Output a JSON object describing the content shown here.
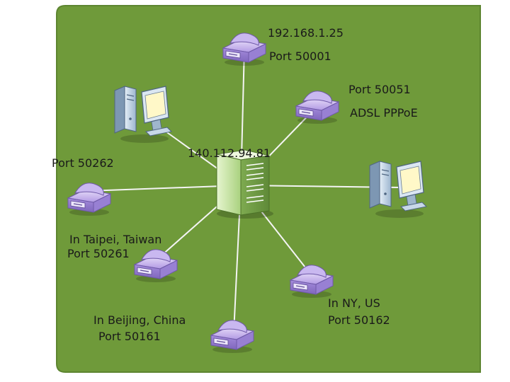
{
  "colors": {
    "panel": "#6f9a3a",
    "panel_border": "#5d8530",
    "link": "#f4f4f4",
    "modem_light": "#d8c8f4",
    "modem_mid": "#b29ae4",
    "modem_dark": "#8a72c8",
    "server_light": "#d8efb8",
    "server_dark": "#8dbb5f",
    "pc_body": "#bfd3e6",
    "pc_screen": "#fff8c8"
  },
  "hub": {
    "icon": "server-icon",
    "label": "140.112.94.81"
  },
  "nodes": [
    {
      "id": "top-modem",
      "icon": "modem-icon",
      "lines": [
        "192.168.1.25",
        "Port 50001"
      ]
    },
    {
      "id": "top-right-modem",
      "icon": "modem-icon",
      "lines": [
        "Port 50051",
        "ADSL PPPoE"
      ]
    },
    {
      "id": "top-left-pc",
      "icon": "computer-icon",
      "lines": []
    },
    {
      "id": "right-pc",
      "icon": "computer-icon",
      "lines": []
    },
    {
      "id": "left-modem",
      "icon": "modem-icon",
      "lines": [
        "Port 50262"
      ]
    },
    {
      "id": "lower-left-modem",
      "icon": "modem-icon",
      "lines": [
        "In Taipei, Taiwan",
        "Port 50261"
      ]
    },
    {
      "id": "bottom-modem",
      "icon": "modem-icon",
      "lines": [
        "In Beijing, China",
        "Port 50161"
      ]
    },
    {
      "id": "lower-right-modem",
      "icon": "modem-icon",
      "lines": [
        "In NY, US",
        "Port 50162"
      ]
    }
  ]
}
